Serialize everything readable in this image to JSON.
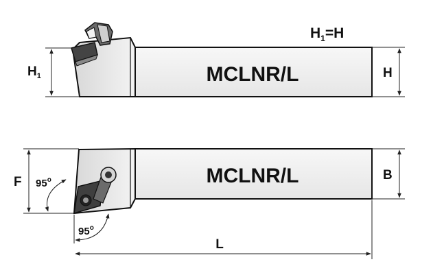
{
  "diagram": {
    "model_label_side": "MCLNR/L",
    "model_label_top": "MCLNR/L",
    "note": "H",
    "note_sub": "1",
    "note_tail": "=H",
    "dim_h1": "H",
    "dim_h1_sub": "1",
    "dim_h": "H",
    "dim_b": "B",
    "dim_f": "F",
    "dim_l": "L",
    "angle_left": "95",
    "angle_bottom": "95",
    "degree_mark": "o"
  },
  "colors": {
    "body_fill": "#f1f1f1",
    "insert_fill": "#4a4a4a",
    "line": "#111111"
  }
}
